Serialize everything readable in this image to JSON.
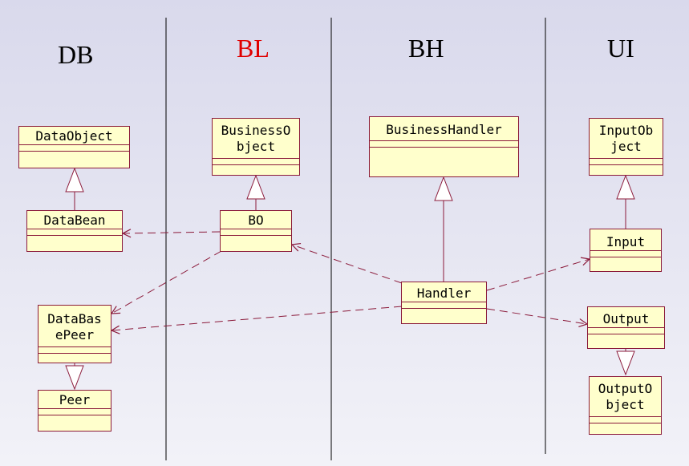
{
  "lanes": [
    {
      "key": "db",
      "title": "DB",
      "color": "#000000"
    },
    {
      "key": "bl",
      "title": "BL",
      "color": "#e00000"
    },
    {
      "key": "bh",
      "title": "BH",
      "color": "#000000"
    },
    {
      "key": "ui",
      "title": "UI",
      "color": "#000000"
    }
  ],
  "classes": {
    "data_object": "DataObject",
    "data_bean": "DataBean",
    "database_peer": "DataBas\nePeer",
    "peer": "Peer",
    "business_object": "BusinessO\nbject",
    "bo": "BO",
    "business_handler": "BusinessHandler",
    "handler": "Handler",
    "input_object": "InputOb\nject",
    "input": "Input",
    "output": "Output",
    "output_object": "OutputO\nbject"
  },
  "relations": [
    {
      "from": "data_bean",
      "to": "data_object",
      "kind": "generalization"
    },
    {
      "from": "bo",
      "to": "business_object",
      "kind": "generalization"
    },
    {
      "from": "handler",
      "to": "business_handler",
      "kind": "generalization"
    },
    {
      "from": "input",
      "to": "input_object",
      "kind": "generalization"
    },
    {
      "from": "output",
      "to": "output_object",
      "kind": "generalization"
    },
    {
      "from": "database_peer",
      "to": "peer",
      "kind": "generalization"
    },
    {
      "from": "bo",
      "to": "data_bean",
      "kind": "dependency"
    },
    {
      "from": "bo",
      "to": "database_peer",
      "kind": "dependency"
    },
    {
      "from": "handler",
      "to": "bo",
      "kind": "dependency"
    },
    {
      "from": "handler",
      "to": "database_peer",
      "kind": "dependency"
    },
    {
      "from": "handler",
      "to": "input",
      "kind": "dependency"
    },
    {
      "from": "handler",
      "to": "output",
      "kind": "dependency"
    }
  ],
  "colors": {
    "line": "#8b1a3a",
    "box_fill": "#ffffcc",
    "lane_divider": "#000000"
  }
}
